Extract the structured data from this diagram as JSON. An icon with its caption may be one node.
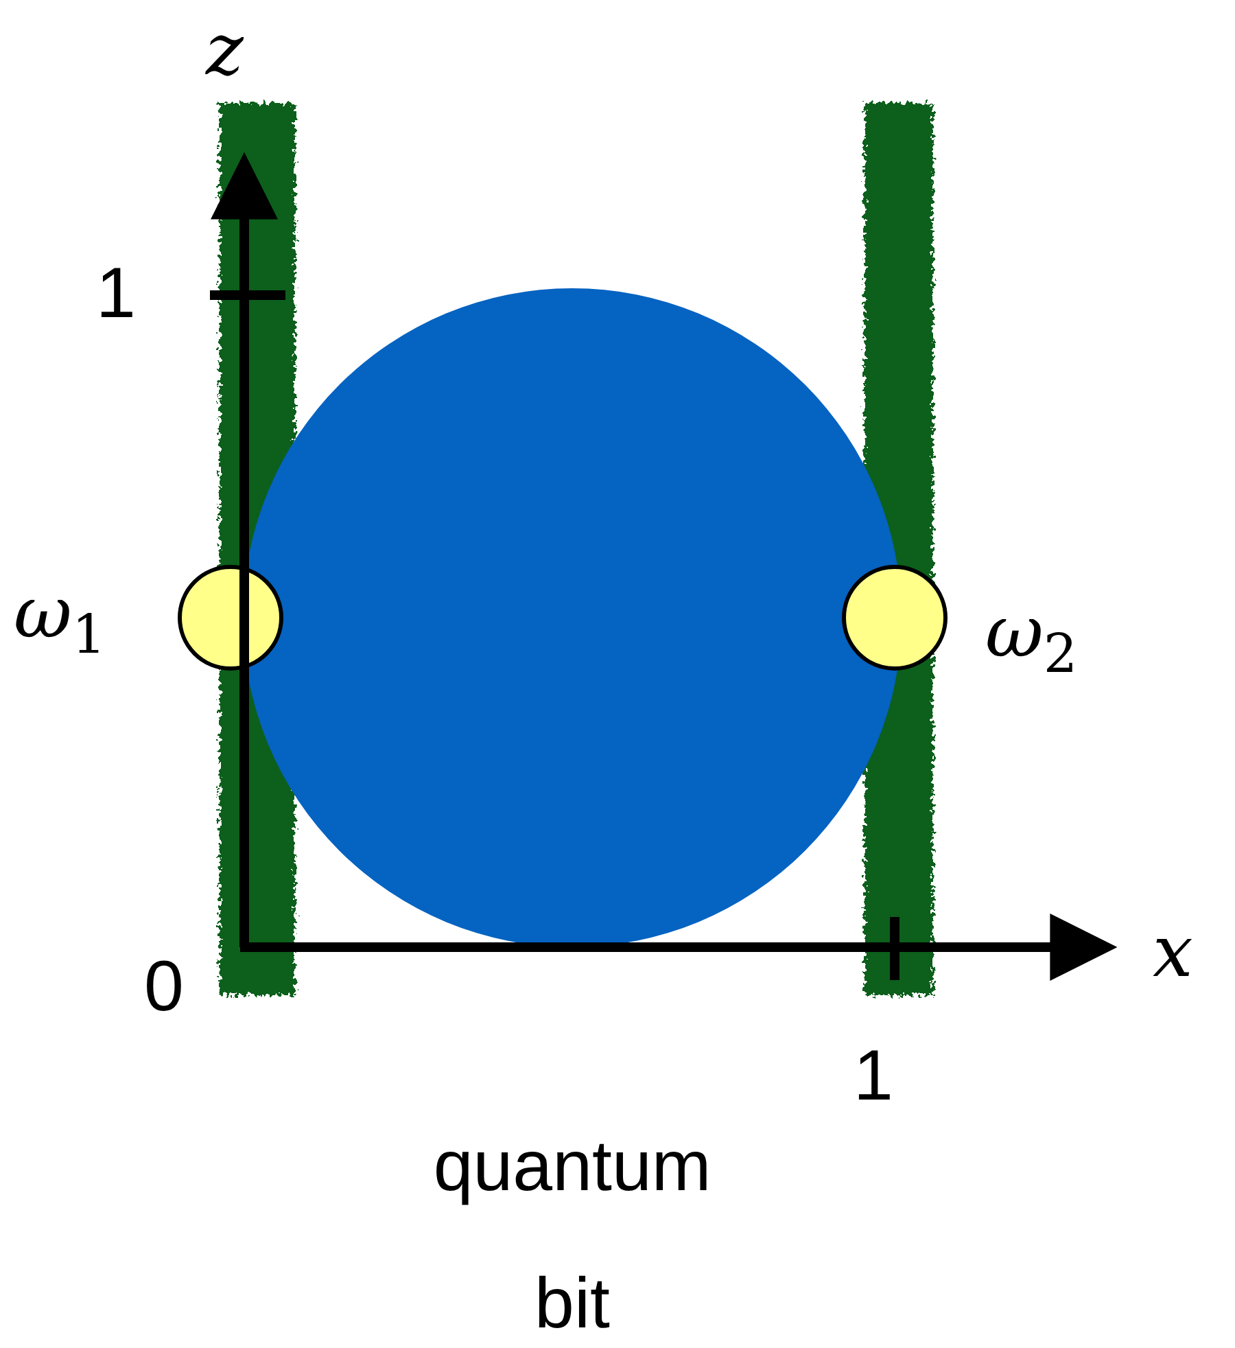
{
  "diagram": {
    "labels": [
      "z",
      "1",
      "ω$_{1}$",
      "ω$_{2}$",
      "x",
      "0",
      "1",
      "quantum bit"
    ]
  }
}
